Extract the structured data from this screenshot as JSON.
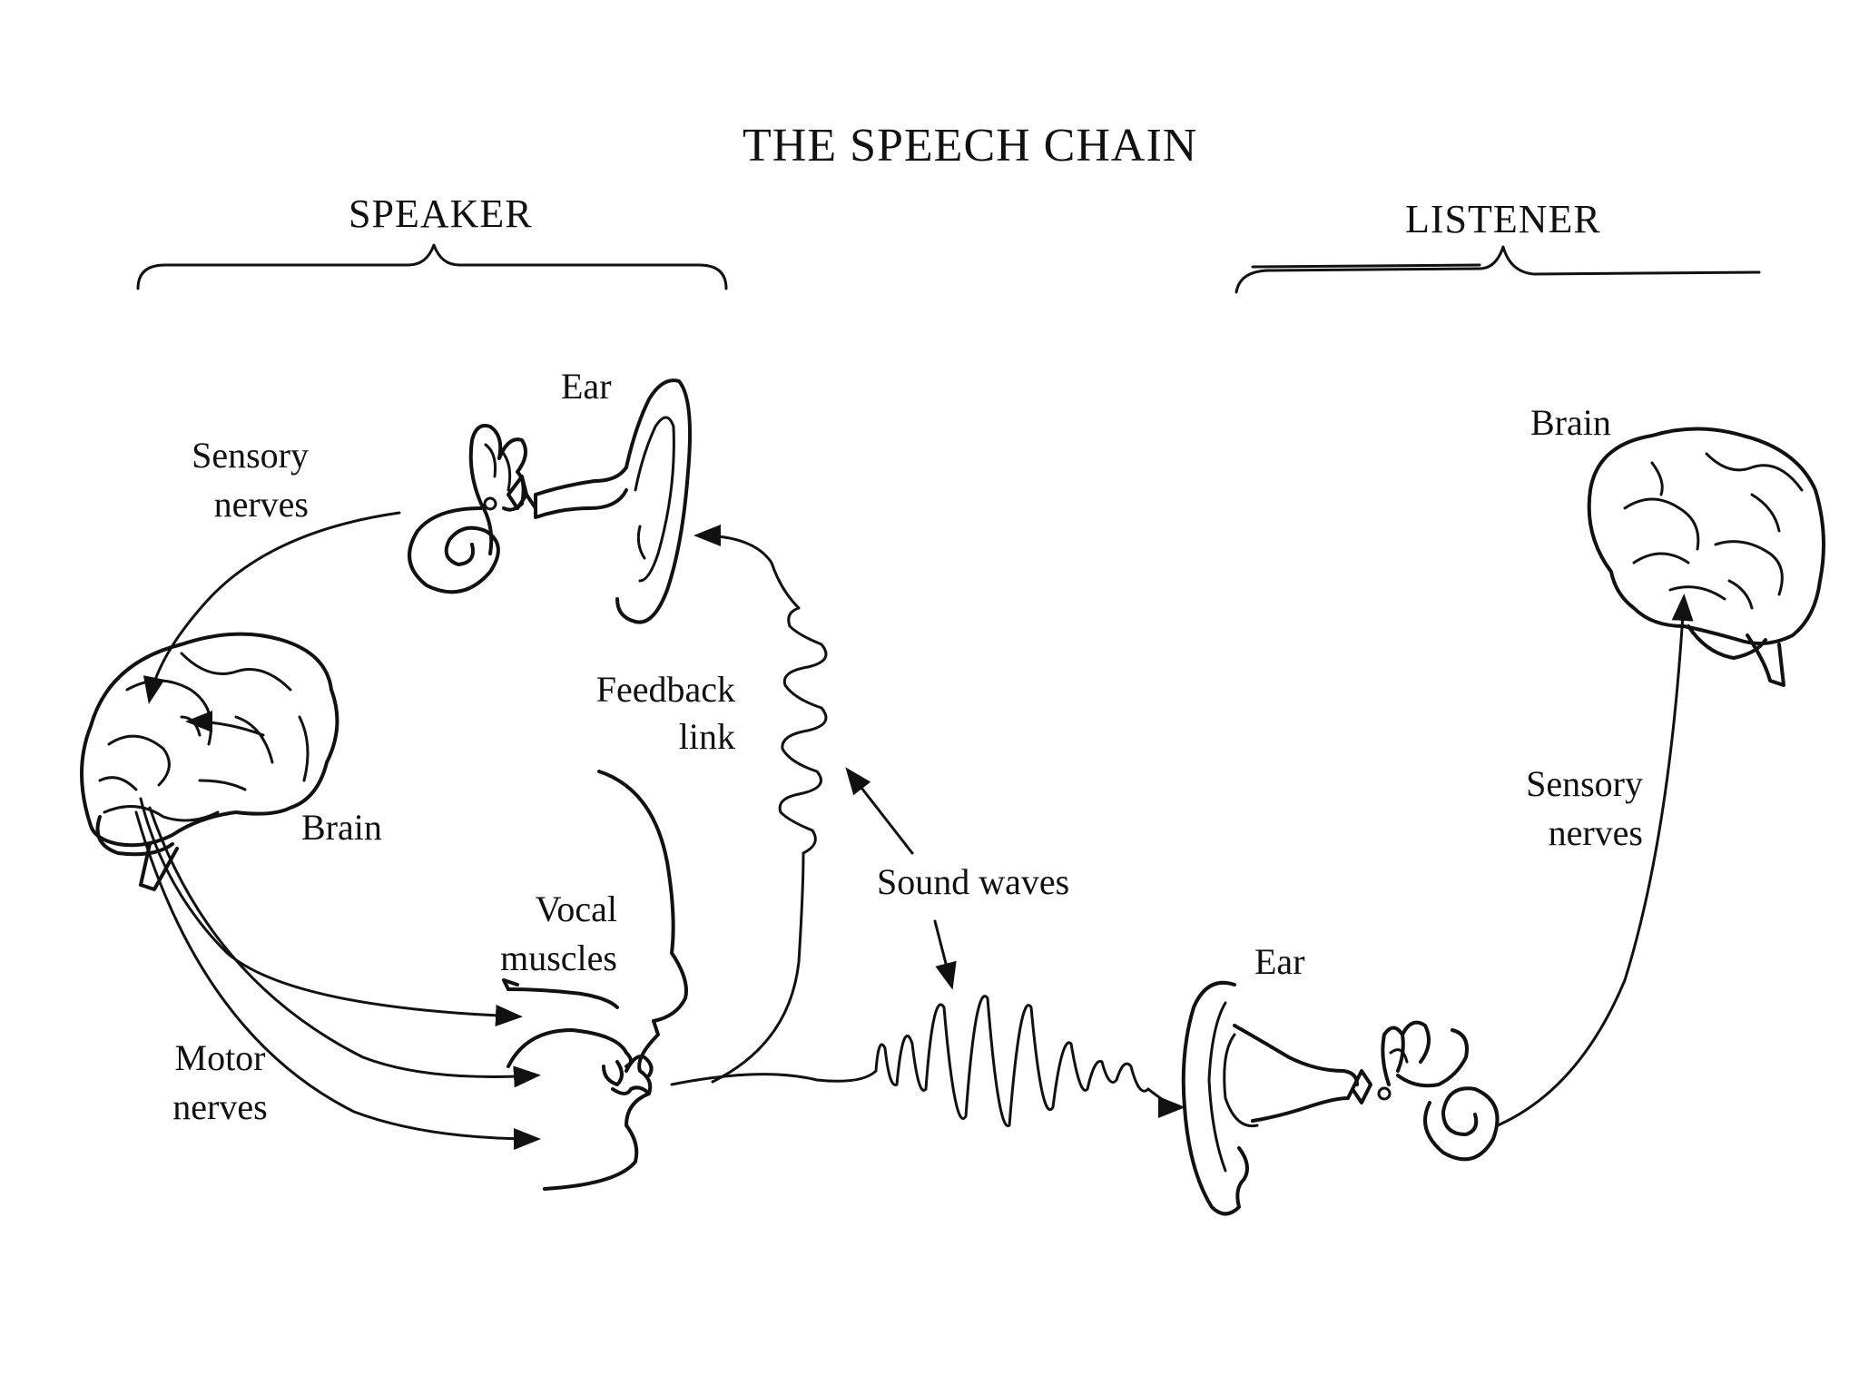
{
  "diagram": {
    "title": "THE SPEECH CHAIN",
    "speaker": {
      "heading": "SPEAKER",
      "labels": {
        "ear": "Ear",
        "sensory_nerves_line1": "Sensory",
        "sensory_nerves_line2": "nerves",
        "brain": "Brain",
        "feedback_line1": "Feedback",
        "feedback_line2": "link",
        "vocal_line1": "Vocal",
        "vocal_line2": "muscles",
        "motor_line1": "Motor",
        "motor_line2": "nerves"
      }
    },
    "middle": {
      "sound_waves": "Sound waves"
    },
    "listener": {
      "heading": "LISTENER",
      "labels": {
        "brain": "Brain",
        "sensory_nerves_line1": "Sensory",
        "sensory_nerves_line2": "nerves",
        "ear": "Ear"
      }
    }
  }
}
